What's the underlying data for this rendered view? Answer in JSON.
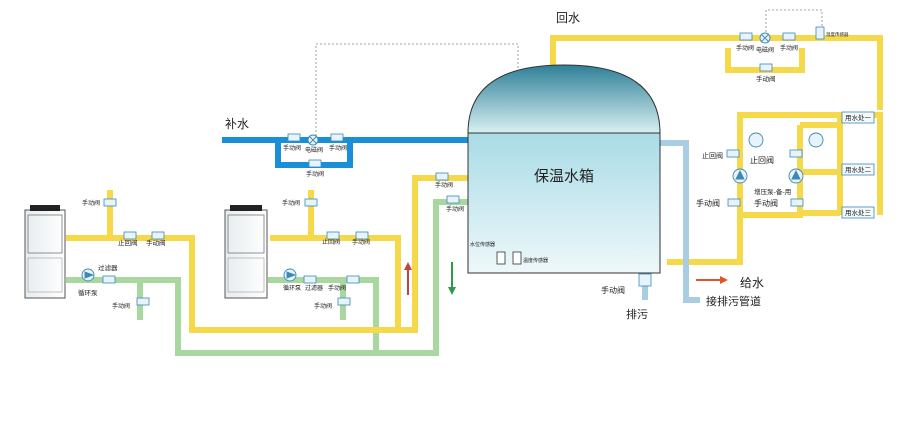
{
  "colors": {
    "hot_pipe": "#f5d94a",
    "cold_pipe": "#1a8fd8",
    "return_pipe": "#a8d8a0",
    "drain_pipe": "#a9cde3",
    "tank_top": "#3a8fa8",
    "tank_body": "#c7e8ee",
    "arrow_up": "#c0463a",
    "arrow_down": "#2e9a4a",
    "arrow_supply": "#e0562a",
    "dashed_line": "#888888"
  },
  "labels": {
    "tank": "保温水箱",
    "makeup_water": "补水",
    "return_water": "回水",
    "supply_water": "给水",
    "drain": "排污",
    "sewer": "接排污管道",
    "manual_valve": "手动阀",
    "check_valve": "止回阀",
    "solenoid_valve": "电磁阀",
    "circ_pump": "循环泵",
    "filter": "过滤器",
    "booster_pump": "增压泵-备-用",
    "water_level_sensor": "水位传感器",
    "temp_sensor": "温度传感器",
    "temp_sensor_2": "温度传感器",
    "use_point_1": "用水处一",
    "use_point_2": "用水处二",
    "use_point_3": "用水处三"
  }
}
